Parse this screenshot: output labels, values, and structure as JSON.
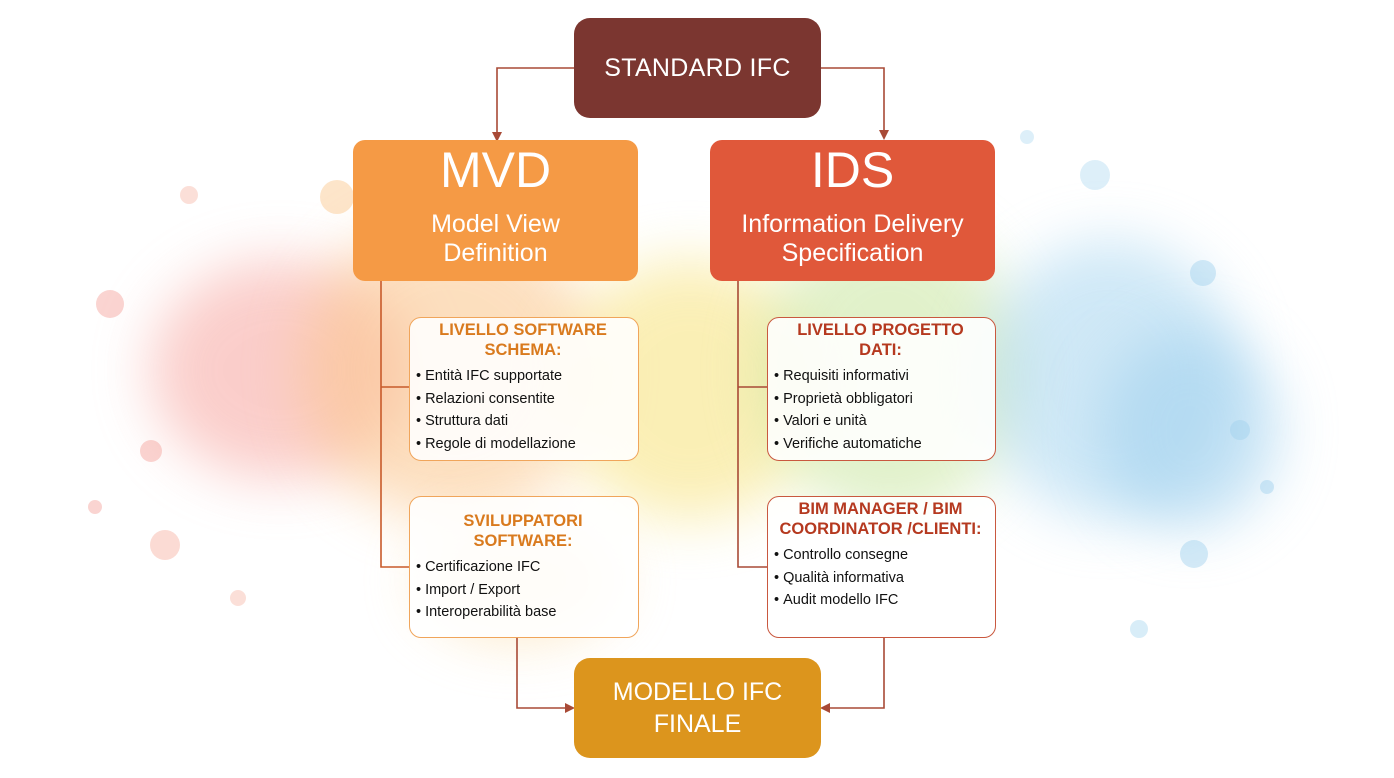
{
  "top": {
    "label": "STANDARD IFC"
  },
  "left": {
    "title": "MVD",
    "subtitle": "Model View Definition",
    "cards": [
      {
        "title": "LIVELLO SOFTWARE SCHEMA:",
        "items": [
          "Entità IFC supportate",
          "Relazioni consentite",
          "Struttura dati",
          "Regole di modellazione"
        ]
      },
      {
        "title": "SVILUPPATORI SOFTWARE:",
        "items": [
          "Certificazione IFC",
          "Import / Export",
          "Interoperabilità base"
        ]
      }
    ]
  },
  "right": {
    "title": "IDS",
    "subtitle": "Information Delivery Specification",
    "cards": [
      {
        "title": "LIVELLO PROGETTO DATI:",
        "items": [
          "Requisiti informativi",
          "Proprietà obbligatori",
          "Valori e unità",
          "Verifiche automatiche"
        ]
      },
      {
        "title": "BIM MANAGER / BIM COORDINATOR /CLIENTI:",
        "items": [
          "Controllo consegne",
          "Qualità informativa",
          "Audit modello IFC"
        ]
      }
    ]
  },
  "bottom": {
    "label": "MODELLO IFC FINALE"
  },
  "colors": {
    "top": "#7b3630",
    "mvd": "#f59a45",
    "ids": "#e0583a",
    "bottom": "#dc951d",
    "connector": "#a84a36"
  }
}
